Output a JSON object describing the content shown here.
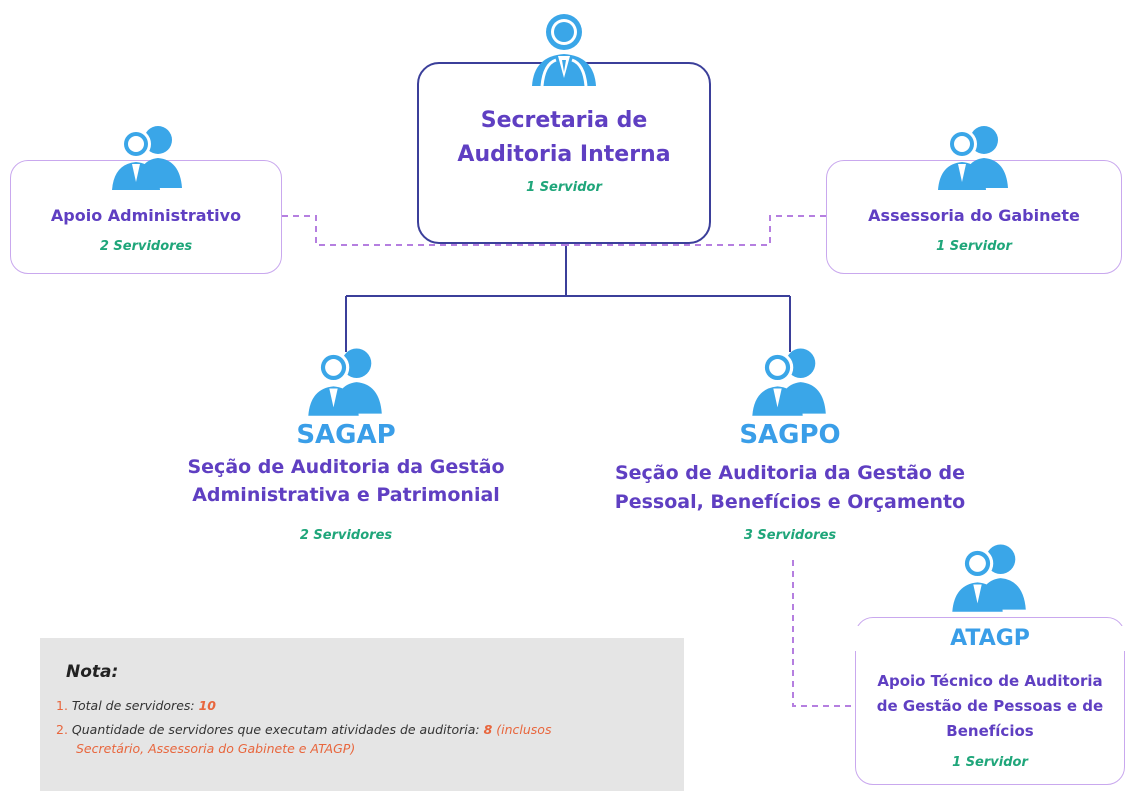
{
  "nodes": {
    "secretaria": {
      "name_line1": "Secretaria de",
      "name_line2": "Auditoria Interna",
      "count": "1 Servidor"
    },
    "apoio_adm": {
      "name": "Apoio Administrativo",
      "count": "2 Servidores"
    },
    "assessoria": {
      "name": "Assessoria do Gabinete",
      "count": "1 Servidor"
    },
    "sagap": {
      "acronym": "SAGAP",
      "name_line1": "Seção de Auditoria da Gestão",
      "name_line2": "Administrativa e Patrimonial",
      "count": "2 Servidores"
    },
    "sagpo": {
      "acronym": "SAGPO",
      "name_line1": "Seção de Auditoria da Gestão de",
      "name_line2": "Pessoal, Benefícios e Orçamento",
      "count": "3 Servidores"
    },
    "atagp": {
      "acronym": "ATAGP",
      "name_line1": "Apoio Técnico de Auditoria",
      "name_line2": "de Gestão de Pessoas e de",
      "name_line3": "Benefícios",
      "count": "1 Servidor"
    }
  },
  "note": {
    "title": "Nota:",
    "item1_num": "1.",
    "item1_text": "Total de servidores:",
    "item1_value": "10",
    "item2_num": "2.",
    "item2_text": "Quantidade de servidores que executam atividades de auditoria:",
    "item2_value": "8",
    "item2_extra_a": "(inclusos",
    "item2_extra_b": "Secretário, Assessoria do Gabinete e ATAGP)"
  },
  "colors": {
    "solid_line": "#3b3f9a",
    "dashed_line": "#b57fe0",
    "icon_fill": "#3aa6e8",
    "name_text": "#5f3fc2",
    "acronym_text": "#3a9ee8",
    "count_text": "#1fa67a",
    "note_accent": "#e8663d"
  }
}
